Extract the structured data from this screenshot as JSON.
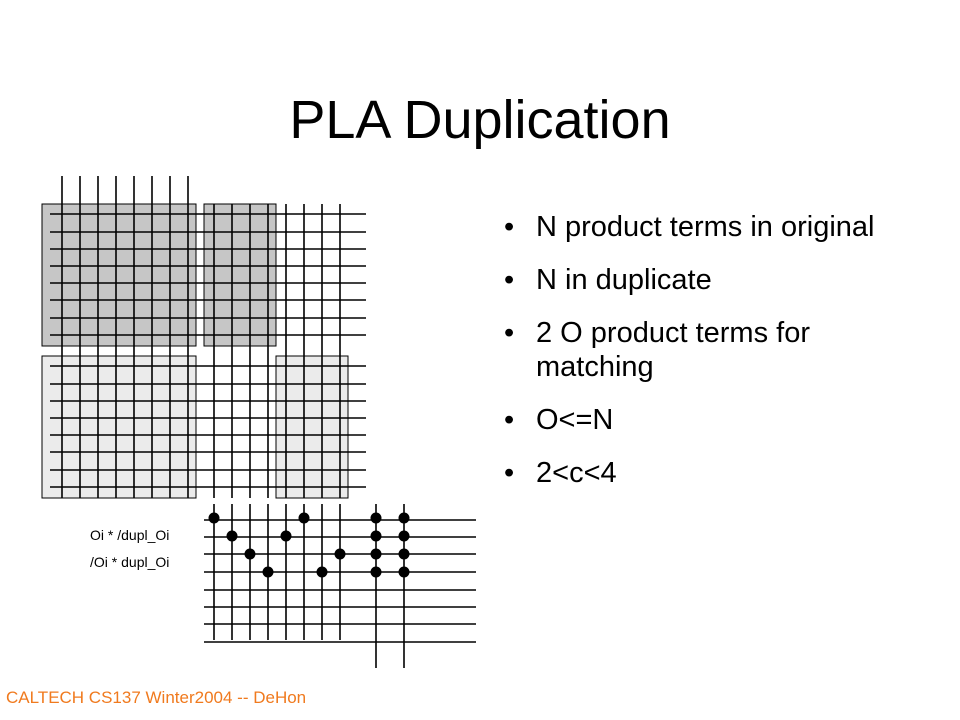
{
  "slide": {
    "title": "PLA Duplication",
    "bullets": [
      "N product terms in original",
      "N in duplicate",
      "2 O product terms for matching",
      "O<=N",
      "2<c<4"
    ],
    "bullet_marker": "•",
    "footer": "CALTECH CS137 Winter2004 -- DeHon"
  },
  "diagram": {
    "labels": {
      "row1": "Oi * /dupl_Oi",
      "row2": "/Oi * dupl_Oi"
    },
    "colors": {
      "dark_block": "#c6c6c6",
      "light_block": "#ebebeb",
      "line": "#000000",
      "footer": "#f07a1e"
    }
  }
}
